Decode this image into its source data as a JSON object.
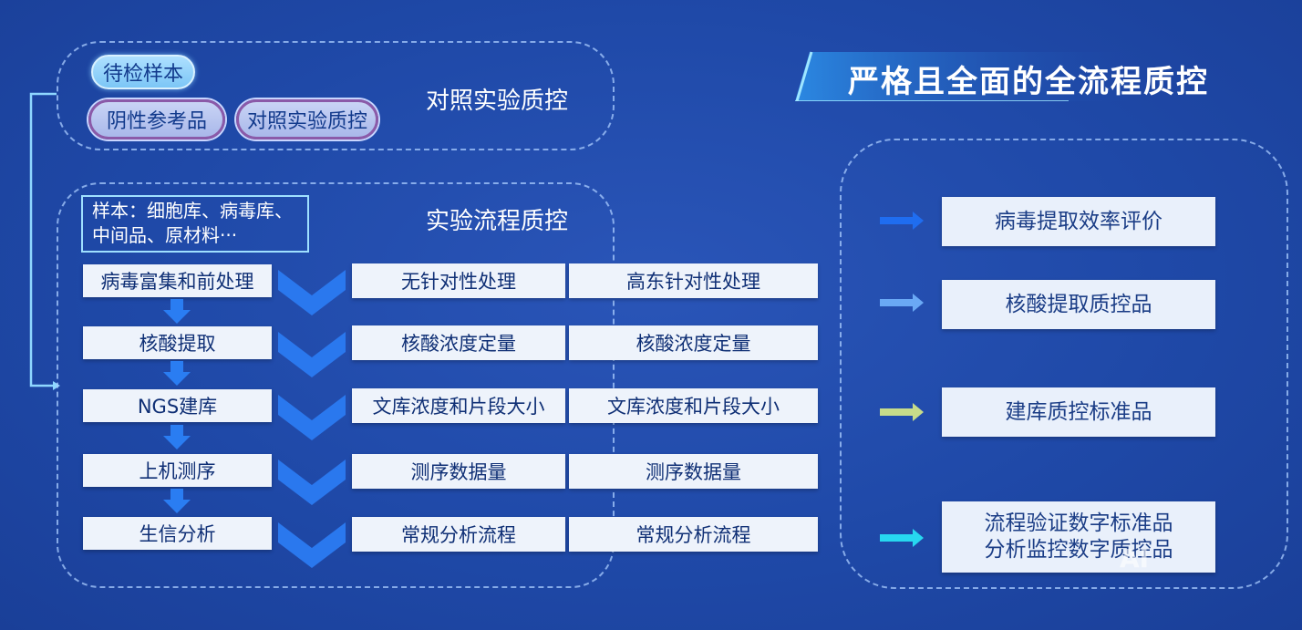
{
  "title": "严格且全面的全流程质控",
  "top": {
    "pill_sample": "待检样本",
    "pill_negative": "阴性参考品",
    "pill_control": "对照实验质控",
    "label": "对照实验质控"
  },
  "middle": {
    "label": "实验流程质控",
    "sample_line1": "样本：细胞库、病毒库、",
    "sample_line2": "中间品、原材料···",
    "steps": [
      "病毒富集和前处理",
      "核酸提取",
      "NGS建库",
      "上机测序",
      "生信分析"
    ],
    "col_nontargeted": [
      "无针对性处理",
      "核酸浓度定量",
      "文库浓度和片段大小",
      "测序数据量",
      "常规分析流程"
    ],
    "col_targeted": [
      "高东针对性处理",
      "核酸浓度定量",
      "文库浓度和片段大小",
      "测序数据量",
      "常规分析流程"
    ]
  },
  "right": {
    "items": [
      {
        "text": "病毒提取效率评价",
        "arrow_color": "#1f6df0"
      },
      {
        "text": "核酸提取质控品",
        "arrow_color": "#6aa9f5"
      },
      {
        "text": "建库质控标准品",
        "arrow_color": "#c7dc8a"
      },
      {
        "text_line1": "流程验证数字标准品",
        "text_line2": "分析监控数字质控品",
        "arrow_color": "#27d8f0"
      }
    ]
  },
  "watermark": "AI",
  "colors": {
    "background": "#1f49a8",
    "dash": "#aacdff",
    "box": "#eef3fb",
    "box_text": "#0f2f75"
  }
}
